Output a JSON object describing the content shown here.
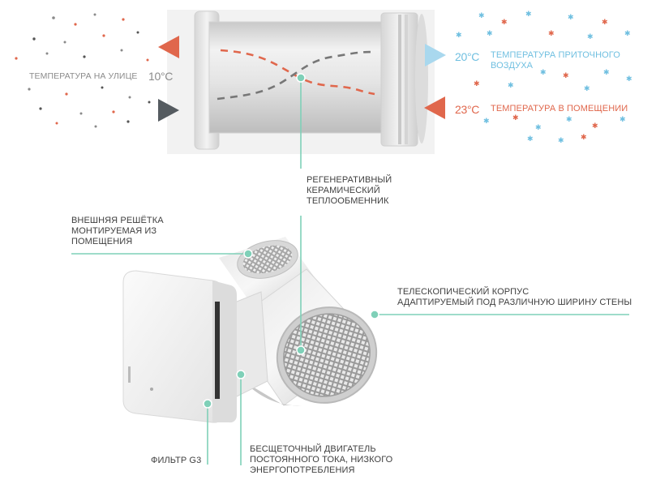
{
  "top": {
    "outdoor_label": "ТЕМПЕРАТУРА НА УЛИЦЕ",
    "outdoor_temp": "10°С",
    "supply_temp": "20°С",
    "supply_label_1": "ТЕМПЕРАТУРА ПРИТОЧНОГО",
    "supply_label_2": "ВОЗДУХА",
    "room_temp": "23°С",
    "room_label": "ТЕМПЕРАТУРА В ПОМЕЩЕНИИ"
  },
  "callouts": {
    "exchanger": [
      "РЕГЕНЕРАТИВНЫЙ",
      "КЕРАМИЧЕСКИЙ",
      "ТЕПЛООБМЕННИК"
    ],
    "grille": [
      "ВНЕШНЯЯ РЕШЁТКА",
      "МОНТИРУЕМАЯ ИЗ",
      "ПОМЕЩЕНИЯ"
    ],
    "housing": [
      "ТЕЛЕСКОПИЧЕСКИЙ КОРПУС",
      "АДАПТИРУЕМЫЙ ПОД РАЗЛИЧНУЮ ШИРИНУ СТЕНЫ"
    ],
    "filter": "ФИЛЬТР G3",
    "motor": [
      "БЕСЩЕТОЧНЫЙ ДВИГАТЕЛЬ",
      "ПОСТОЯННОГО ТОКА, НИЗКОГО",
      "ЭНЕРГОПОТРЕБЛЕНИЯ"
    ]
  },
  "colors": {
    "callout_line": "#7fd0b8",
    "warm": "#e0674c",
    "cool": "#6fbfe0",
    "dark": "#555b60"
  }
}
